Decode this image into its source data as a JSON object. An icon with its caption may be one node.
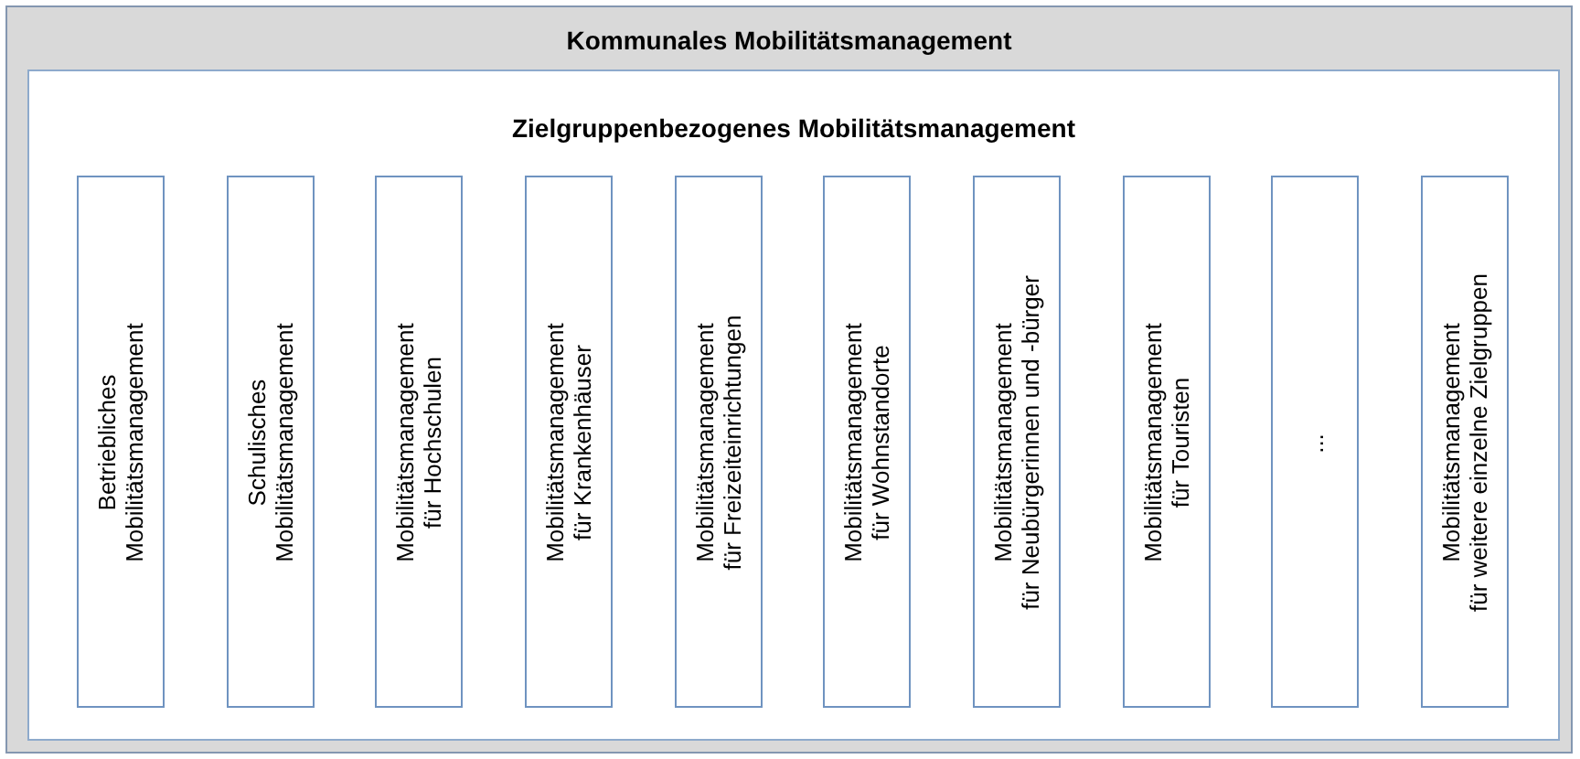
{
  "diagram": {
    "nodes": [
      {
        "text": [
          "Kommunales Mobilitätsmanagement"
        ]
      },
      {
        "text": [
          "Zielgruppenbezogenes Mobilitätsmanagement"
        ],
        "in": 0
      },
      {
        "text": [
          "Betriebliches Mobilitätsmanagement"
        ],
        "in": 1
      },
      {
        "text": [
          "Schulisches Mobilitätsmanagement"
        ],
        "in": 1
      },
      {
        "text": [
          "Mobilitätsmanagement für Hochschulen"
        ],
        "in": 1
      },
      {
        "text": [
          "Mobilitätsmanagement für Krankenhäuser"
        ],
        "in": 1
      },
      {
        "text": [
          "Mobilitätsmanagement für Freizeiteinrichtungen"
        ],
        "in": 1
      },
      {
        "text": [
          "Mobilitätsmanagement für Wohnstandorte"
        ],
        "in": 1
      },
      {
        "text": [
          "Mobilitätsmanagement für Neubürgerinnen und -bürger"
        ],
        "in": 1
      },
      {
        "text": [
          "Mobilitätsmanagement für Touristen"
        ],
        "in": 1
      },
      {
        "text": [
          "..."
        ],
        "in": 1
      },
      {
        "text": [
          "Mobilitätsmanagement für weitere einzelne Zielgruppen"
        ],
        "in": 1
      }
    ]
  }
}
